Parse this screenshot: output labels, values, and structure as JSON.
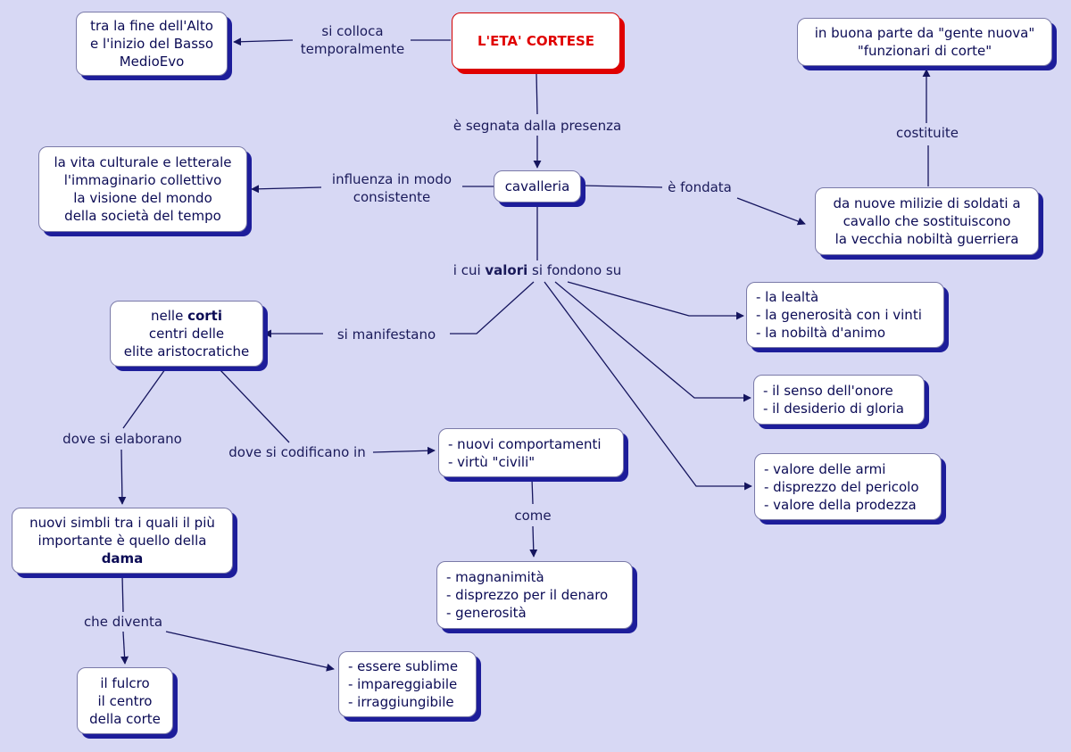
{
  "title": "L'ETA' CORTESE",
  "nodes": {
    "periodo": [
      "tra la fine dell'Alto",
      "e l'inizio del Basso",
      "MedioEvo"
    ],
    "cavalleria": "cavalleria",
    "influenza": [
      "la vita culturale e letterale",
      "l'immaginario collettivo",
      "la visione del mondo",
      "della società del tempo"
    ],
    "gente_nuova": [
      "in buona parte da \"gente nuova\"",
      "\"funzionari di corte\""
    ],
    "milizie": [
      "da nuove milizie di soldati a",
      "cavallo che sostituiscono",
      "la vecchia nobiltà guerriera"
    ],
    "corti": {
      "pre": "nelle ",
      "bold": "corti",
      "lines": [
        "centri delle",
        "elite aristocratiche"
      ]
    },
    "lealta": [
      "- la lealtà",
      "- la generosità con i vinti",
      "- la nobiltà d'animo"
    ],
    "onore": [
      "- il senso dell'onore",
      "- il desiderio di gloria"
    ],
    "armi": [
      "- valore delle armi",
      "- disprezzo del pericolo",
      "- valore della prodezza"
    ],
    "comportamenti": [
      "- nuovi comportamenti",
      "- virtù \"civili\""
    ],
    "simboli": {
      "lines": [
        "nuovi simbli tra i quali il più",
        "importante è quello della"
      ],
      "bold": "dama"
    },
    "magnanimita": [
      "- magnanimità",
      "- disprezzo per il denaro",
      "- generosità"
    ],
    "fulcro": [
      "il fulcro",
      "il centro",
      "della corte"
    ],
    "sublime": [
      "- essere sublime",
      "- impareggiabile",
      "- irraggiungibile"
    ]
  },
  "links": {
    "si_colloca": [
      "si colloca",
      "temporalmente"
    ],
    "segnata": "è segnata dalla presenza",
    "influenza_modo": [
      "influenza in modo",
      "consistente"
    ],
    "fondata": "è fondata",
    "costituite": "costituite",
    "valori": {
      "pre": "i cui ",
      "bold": "valori",
      "post": " si fondono su"
    },
    "manifestano": "si manifestano",
    "elaborano": "dove si elaborano",
    "codificano": "dove si codificano in",
    "come": "come",
    "diventa": "che diventa"
  },
  "colors": {
    "background": "#d7d8f4",
    "line": "#15155e",
    "shadow": "#1d1d9a",
    "root": "#e00000"
  }
}
